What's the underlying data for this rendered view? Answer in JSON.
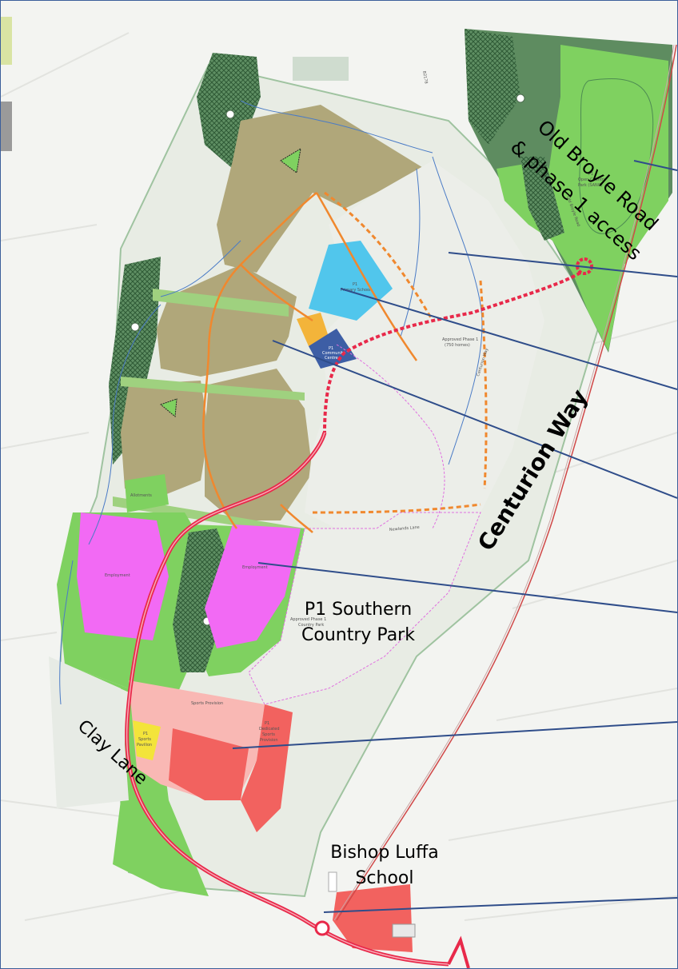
{
  "labels": {
    "old_broyle_line1": "Old Broyle Road",
    "old_broyle_line2": "& phase 1 access",
    "centurion_way": "Centurion Way",
    "southern_park_line1": "P1 Southern",
    "southern_park_line2": "Country Park",
    "clay_lane": "Clay Lane",
    "bishop_luffa_line1": "Bishop Luffa",
    "bishop_luffa_line2": "School"
  },
  "map_text": {
    "primary_school_line1": "P1",
    "primary_school_line2": "Primary School",
    "community_centre_line1": "P1",
    "community_centre_line2": "Community",
    "community_centre_line3": "Centre",
    "approved_phase1_line1": "Approved Phase 1",
    "approved_phase1_line2": "(750 homes)",
    "approved_country_park_line1": "Approved Phase 1",
    "approved_country_park_line2": "Country Park",
    "allotments": "Allotments",
    "employment_west": "Employment",
    "employment_east": "Employment",
    "sports_provision": "Sports Provision",
    "sports_pavilion_line1": "P1",
    "sports_pavilion_line2": "Sports",
    "sports_pavilion_line3": "Pavilion",
    "dedicated_sports_line1": "P1",
    "dedicated_sports_line2": "Dedicated",
    "dedicated_sports_line3": "Sports",
    "dedicated_sports_line4": "Provision",
    "sang_line1": "P1",
    "sang_line2": "Open Country",
    "sang_line3": "Park (SANG)",
    "road_b2178": "B2178",
    "old_broyle_road_small": "Old Broyle Road",
    "centurion_way_small": "Centurion Way",
    "newlands_lane": "Newlands Lane"
  },
  "colors": {
    "border": "#3b5f9b",
    "residential": "#b0a77a",
    "green_space": "#7fd160",
    "woodland": "#5a8a5e",
    "primary_school": "#51c6ec",
    "community_centre": "#3d5ea5",
    "employment": "#f26af4",
    "sports": "#f9b8b4",
    "dedicated_sports": "#f2625f",
    "spine_road": "#e8294a",
    "secondary_road": "#f0882e",
    "callout_line": "#2f4d8a"
  }
}
